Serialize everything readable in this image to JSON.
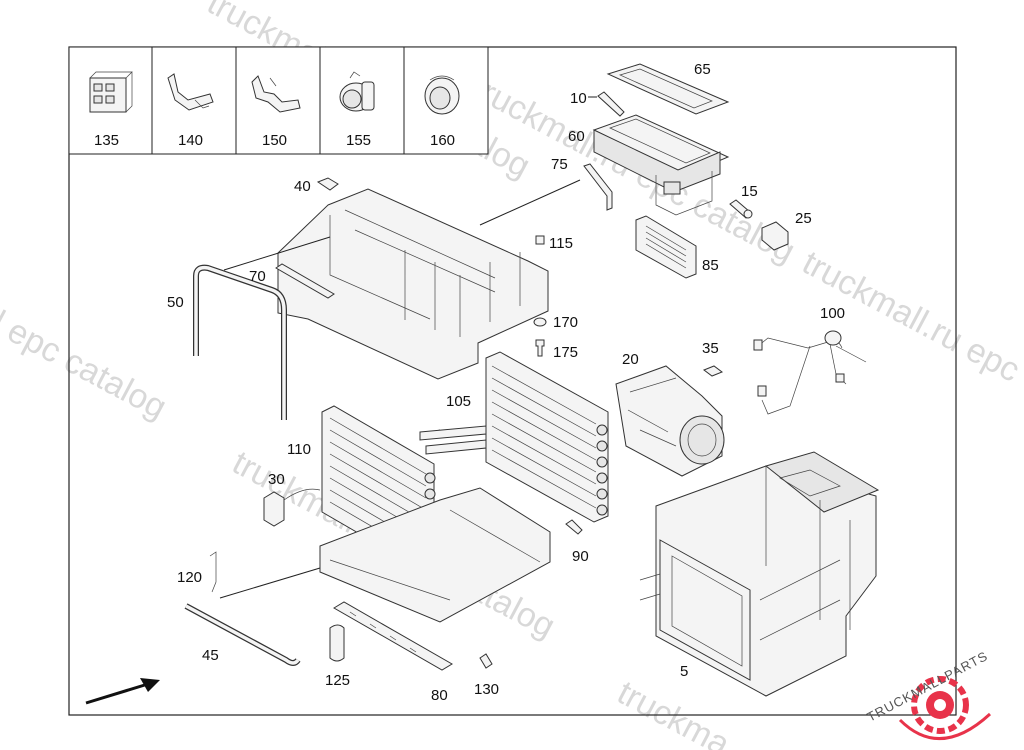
{
  "legend_parts": [
    {
      "label": "135",
      "icon": "connector-housing-icon"
    },
    {
      "label": "140",
      "icon": "terminal-pin-icon"
    },
    {
      "label": "150",
      "icon": "terminal-pin-icon"
    },
    {
      "label": "155",
      "icon": "bulb-socket-icon"
    },
    {
      "label": "160",
      "icon": "grommet-icon"
    }
  ],
  "callouts": {
    "c5": "5",
    "c10": "10",
    "c15": "15",
    "c20": "20",
    "c25": "25",
    "c30": "30",
    "c35": "35",
    "c40": "40",
    "c45": "45",
    "c50": "50",
    "c60": "60",
    "c65": "65",
    "c70": "70",
    "c75": "75",
    "c80": "80",
    "c85": "85",
    "c90": "90",
    "c100": "100",
    "c105": "105",
    "c110": "110",
    "c115": "115",
    "c120": "120",
    "c125": "125",
    "c130": "130",
    "c170": "170",
    "c175": "175"
  },
  "watermarks": {
    "w1": "truckmall.ru epc catalog",
    "w2": "truckmall.ru epc catalog",
    "w3": "truckmall.ru epc catalog",
    "w4": "truckmall.ru epc catalog",
    "w5": "truckmall.ru e",
    "w6": "l epc catalog",
    "w7": "truckma"
  },
  "brand": {
    "text": "TRUCKMALLPARTS",
    "accent": "#e8334a"
  },
  "colors": {
    "line": "#222222",
    "watermark": "#d8d8d8"
  }
}
